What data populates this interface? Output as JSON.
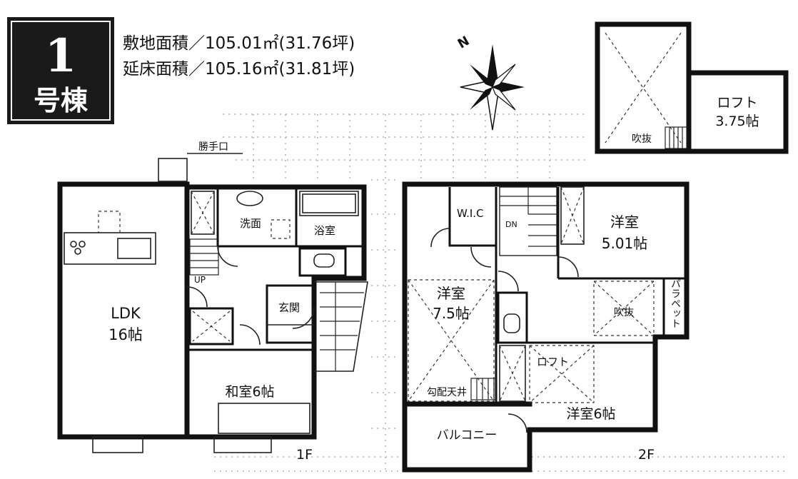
{
  "badge": {
    "number": "1",
    "label": "号棟"
  },
  "site_info": {
    "lot_area": "敷地面積／105.01㎡(31.76坪)",
    "floor_area": "延床面積／105.16㎡(31.81坪)"
  },
  "compass": {
    "north": "N"
  },
  "loft_plan": {
    "void": "吹抜",
    "loft_name": "ロフト",
    "loft_size": "3.75帖"
  },
  "floor1": {
    "label": "1F",
    "service_door": "勝手口",
    "ldk_name": "LDK",
    "ldk_size": "16帖",
    "washroom": "洗面",
    "bathroom": "浴室",
    "up": "UP",
    "entrance": "玄関",
    "japanese_room": "和室6帖"
  },
  "floor2": {
    "label": "2F",
    "wic": "W.I.C",
    "dn": "DN",
    "room_a_name": "洋室",
    "room_a_size": "5.01帖",
    "room_b_name": "洋室",
    "room_b_size": "7.5帖",
    "void": "吹抜",
    "parapet": "パラペット",
    "loft": "ロフト",
    "sloped_ceiling": "勾配天井",
    "room_c": "洋室6帖",
    "balcony": "バルコニー"
  }
}
